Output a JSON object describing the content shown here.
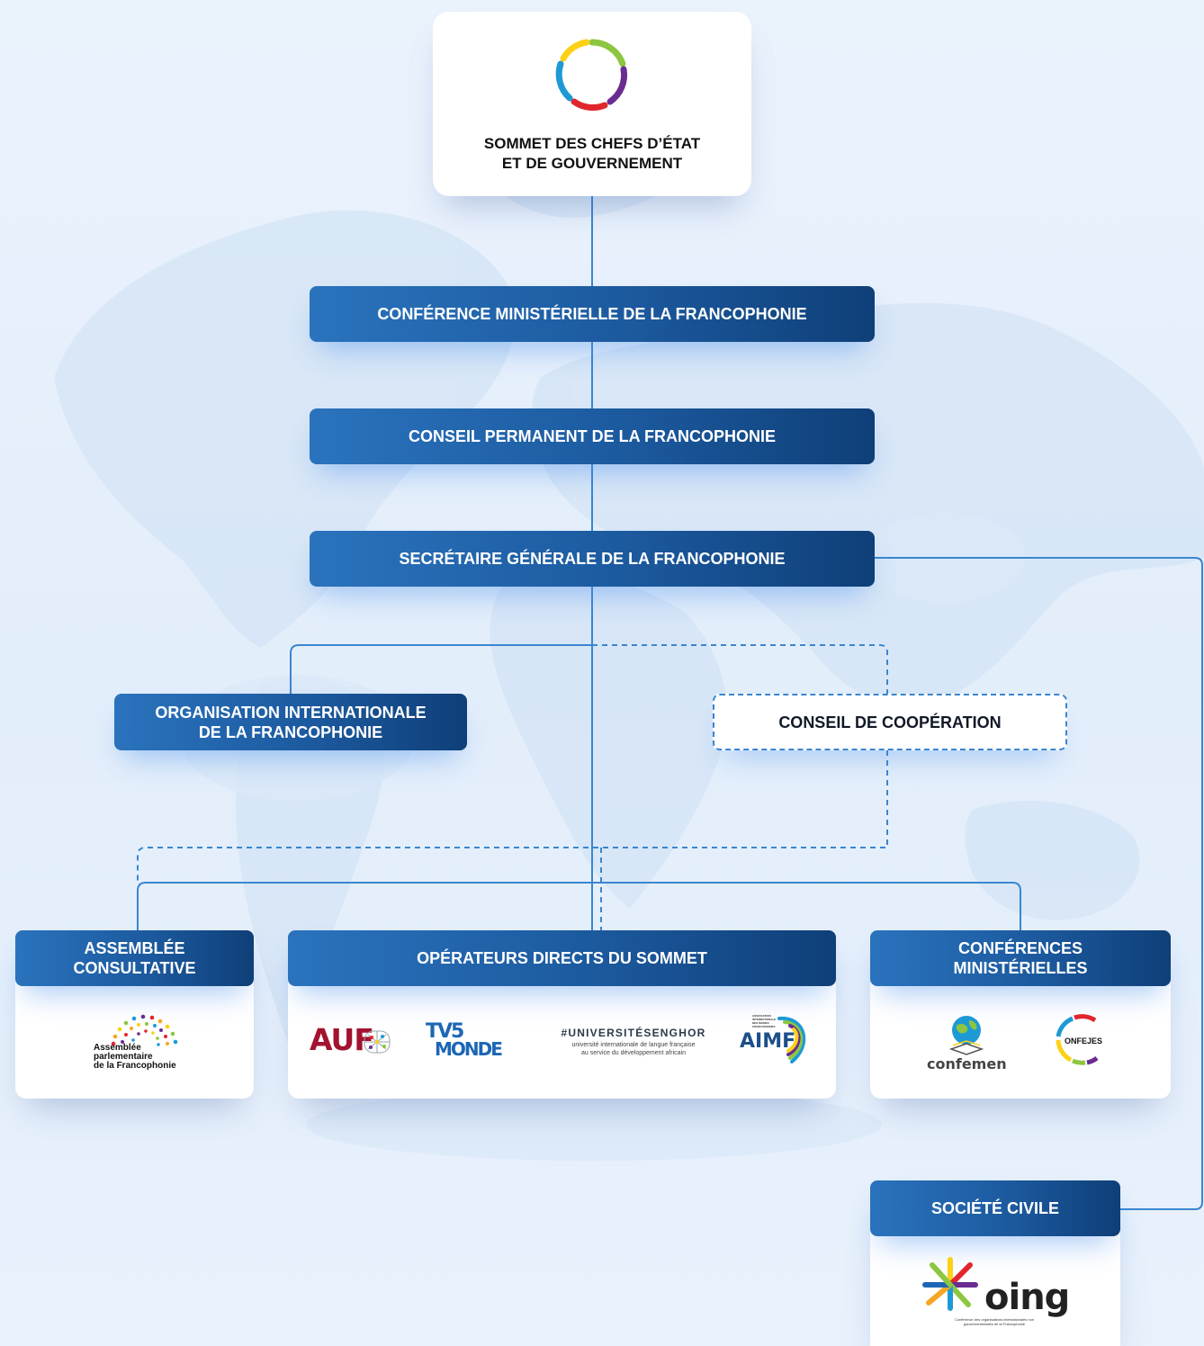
{
  "nodes": {
    "sommet": "SOMMET DES CHEFS D’ÉTAT\nET DE GOUVERNEMENT",
    "cmf": "CONFÉRENCE MINISTÉRIELLE DE LA FRANCOPHONIE",
    "cpf": "CONSEIL PERMANENT DE LA FRANCOPHONIE",
    "sg": "SECRÉTAIRE GÉNÉRALE DE LA FRANCOPHONIE",
    "oif": "ORGANISATION INTERNATIONALE\nDE LA FRANCOPHONIE",
    "conseil_coop": "CONSEIL DE COOPÉRATION",
    "assemblee": "ASSEMBLÉE\nCONSULTATIVE",
    "operateurs": "OPÉRATEURS DIRECTS DU SOMMET",
    "conferences": "CONFÉRENCES\nMINISTÉRIELLES",
    "societe": "SOCIÉTÉ CIVILE"
  },
  "logos": {
    "apf": "Assemblée\nparlementaire\nde la Francophonie",
    "auf": "AUF",
    "tv5_top": "TV5",
    "tv5_bottom": "MONDE",
    "senghor_title": "#UNIVERSITÉSENGHOR",
    "senghor_line1": "université internationale de langue française",
    "senghor_line2": "au service du développement africain",
    "aimf": "AIMF",
    "aimf_small": "ASSOCIATION INTERNATIONALE DES MAIRES FRANCOPHONES",
    "confemen": "confemen",
    "confejes": "ONFEJES",
    "oing": "oing",
    "oing_small": "Conférence des organisations internationales non gouvernementales de la Francophonie"
  },
  "colors": {
    "connector": "#3a86cf",
    "node_dark": "#0f3f78",
    "node_light": "#2a73bd",
    "ring": [
      "#8dc63f",
      "#6a2c91",
      "#e1262d",
      "#1d9ad6",
      "#fcd116"
    ]
  }
}
